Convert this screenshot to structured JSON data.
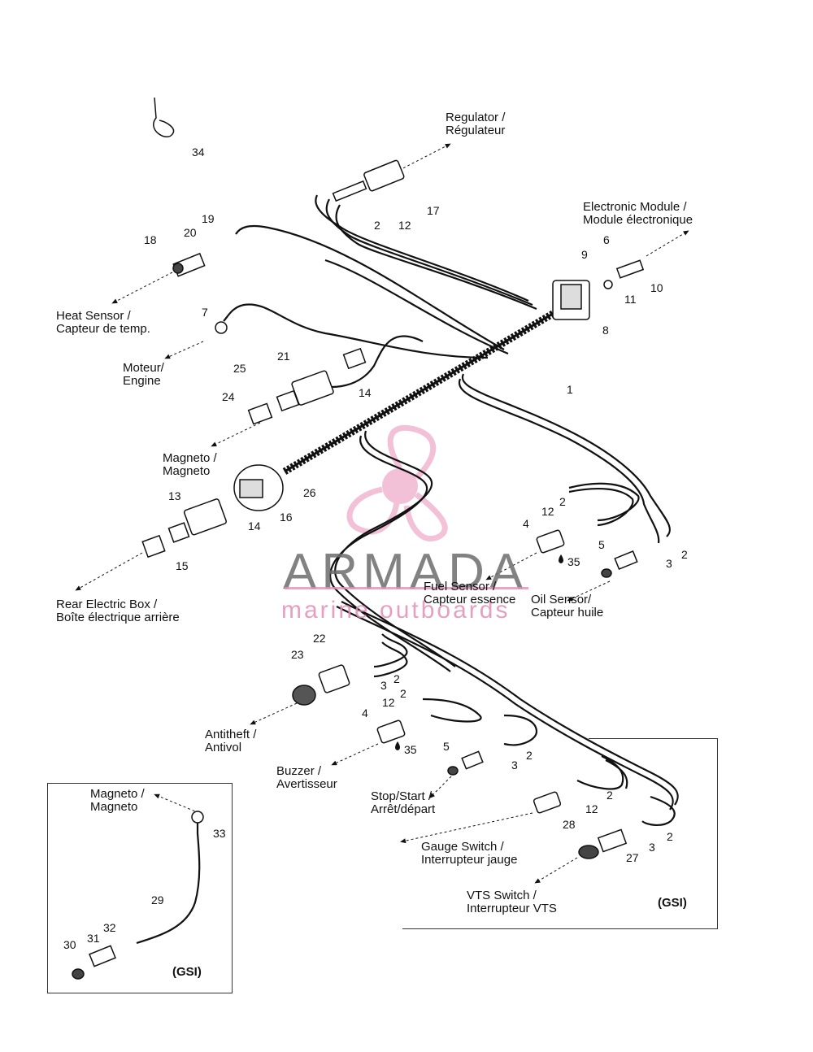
{
  "labels": {
    "regulator": [
      "Regulator /",
      "Régulateur"
    ],
    "electronic_module": [
      "Electronic Module /",
      "Module électronique"
    ],
    "heat_sensor": [
      "Heat Sensor /",
      "Capteur de temp."
    ],
    "engine": [
      "Moteur/",
      "Engine"
    ],
    "magneto": [
      "Magneto /",
      "Magneto"
    ],
    "rear_electric_box": [
      "Rear Electric Box /",
      "Boîte électrique arrière"
    ],
    "fuel_sensor": [
      "Fuel Sensor /",
      "Capteur essence"
    ],
    "oil_sensor": [
      "Oil Sensor/",
      "Capteur huile"
    ],
    "antitheft": [
      "Antitheft /",
      "Antivol"
    ],
    "buzzer": [
      "Buzzer /",
      "Avertisseur"
    ],
    "stop_start": [
      "Stop/Start /",
      "Arrêt/départ"
    ],
    "gauge_switch": [
      "Gauge Switch /",
      "Interrupteur jauge"
    ],
    "vts_switch": [
      "VTS Switch /",
      "Interrupteur VTS"
    ],
    "inset_magneto": [
      "Magneto /",
      "Magneto"
    ]
  },
  "gsi_label": "(GSI)",
  "part_numbers": {
    "n34": "34",
    "n17": "17",
    "n2a": "2",
    "n12a": "12",
    "n19": "19",
    "n20": "20",
    "n18": "18",
    "n6": "6",
    "n9": "9",
    "n10": "10",
    "n11": "11",
    "n8": "8",
    "n7": "7",
    "n1": "1",
    "n21": "21",
    "n25": "25",
    "n14a": "14",
    "n24": "24",
    "n26": "26",
    "n13": "13",
    "n14b": "14",
    "n16": "16",
    "n15": "15",
    "n2b": "2",
    "n12b": "12",
    "n4a": "4",
    "n35a": "35",
    "n5a": "5",
    "n2c": "2",
    "n3a": "3",
    "n22": "22",
    "n23": "23",
    "n2d": "2",
    "n3b": "3",
    "n2e": "2",
    "n12c": "12",
    "n4b": "4",
    "n35b": "35",
    "n5b": "5",
    "n2f": "2",
    "n3c": "3",
    "n2g": "2",
    "n12d": "12",
    "n28": "28",
    "n2h": "2",
    "n3d": "3",
    "n27": "27",
    "n33": "33",
    "n29": "29",
    "n32": "32",
    "n31": "31",
    "n30": "30"
  },
  "watermark": {
    "brand": "ARMADA",
    "sub": "marine outboards"
  }
}
